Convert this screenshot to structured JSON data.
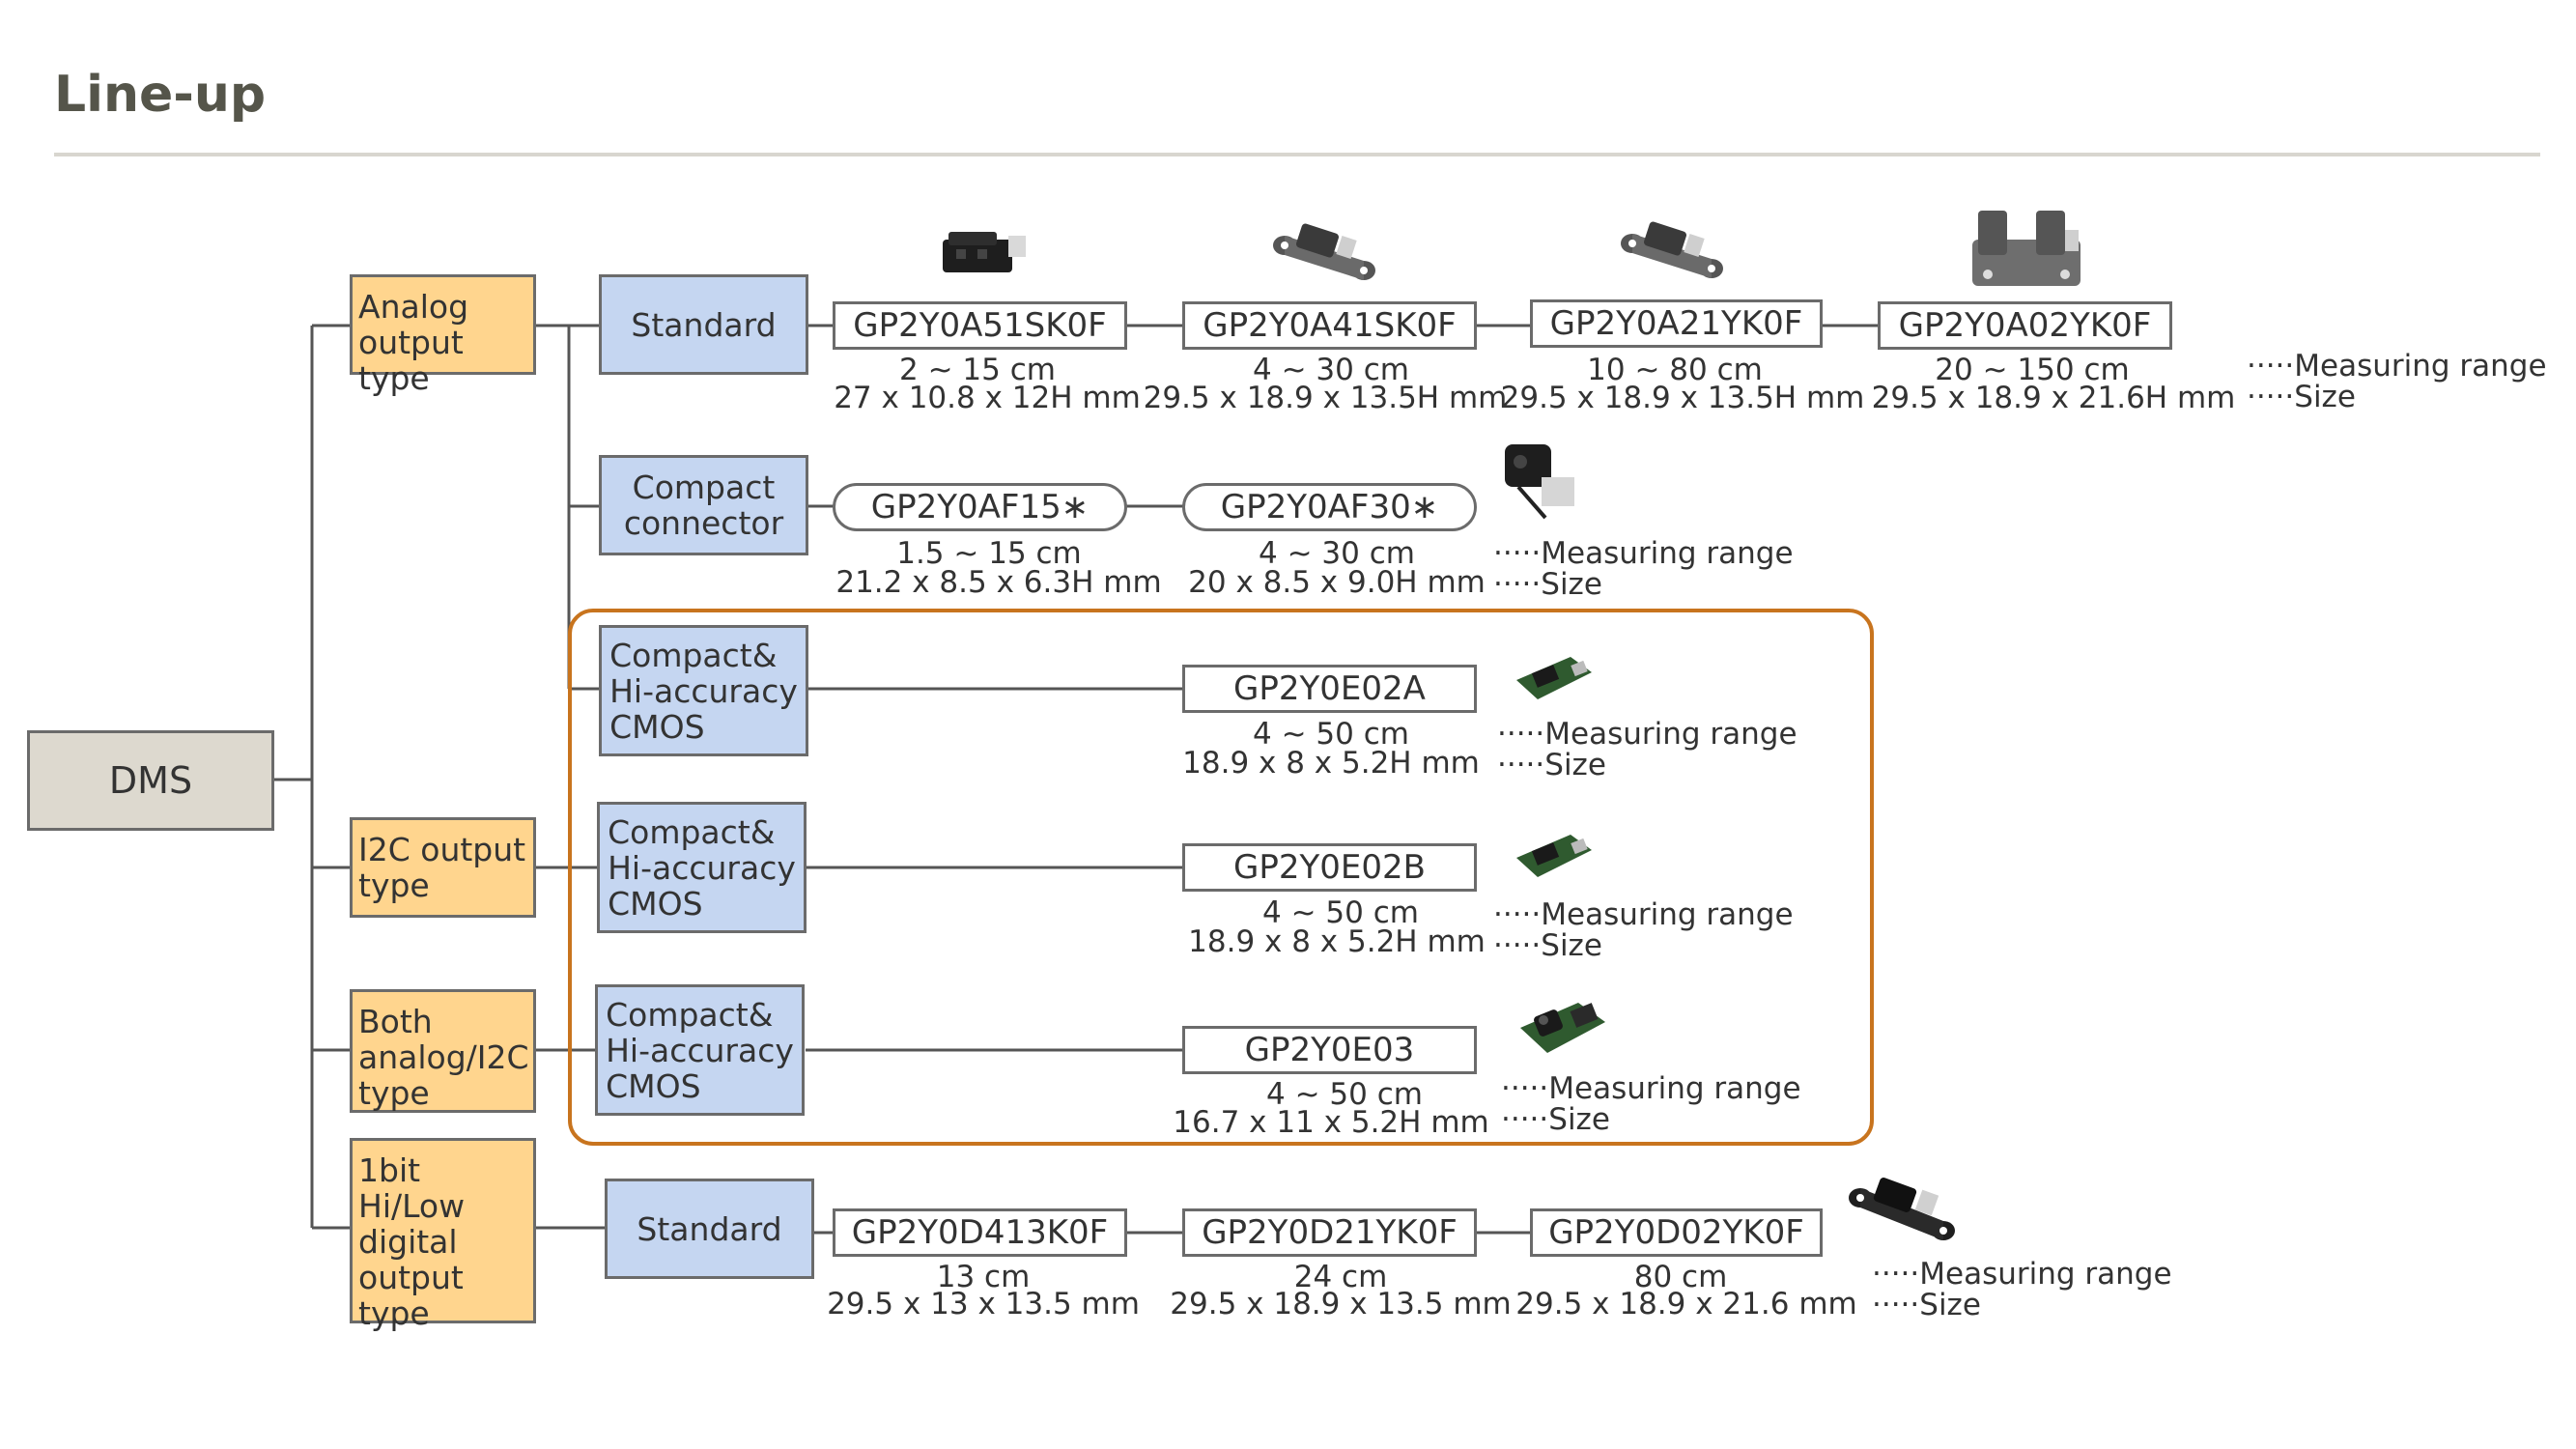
{
  "title": "Line-up",
  "root": "DMS",
  "categories": {
    "analog": "Analog\noutput type",
    "i2c": "I2C output\ntype",
    "both": "Both\nanalog/I2C\ntype",
    "digital": "1bit\nHi/Low\ndigital\noutput type"
  },
  "subcategories": {
    "standard_analog": "Standard",
    "compact_connector": "Compact\nconnector",
    "cmos_1": "Compact&\nHi-accuracy\nCMOS",
    "cmos_2": "Compact&\nHi-accuracy\nCMOS",
    "cmos_3": "Compact&\nHi-accuracy\nCMOS",
    "standard_digital": "Standard"
  },
  "legend": {
    "range": "·····Measuring range",
    "size": "·····Size"
  },
  "products": {
    "p1": {
      "name": "GP2Y0A51SK0F",
      "range": "2 ~ 15 cm",
      "size": "27 x 10.8 x 12H mm"
    },
    "p2": {
      "name": "GP2Y0A41SK0F",
      "range": "4 ~ 30 cm",
      "size": "29.5 x 18.9 x 13.5H mm"
    },
    "p3": {
      "name": "GP2Y0A21YK0F",
      "range": "10 ~ 80 cm",
      "size": "29.5 x 18.9 x 13.5H mm"
    },
    "p4": {
      "name": "GP2Y0A02YK0F",
      "range": "20 ~ 150 cm",
      "size": "29.5 x 18.9 x 21.6H mm"
    },
    "p5": {
      "name": "GP2Y0AF15∗",
      "range": "1.5 ~ 15 cm",
      "size": "21.2 x 8.5 x 6.3H mm"
    },
    "p6": {
      "name": "GP2Y0AF30∗",
      "range": "4 ~ 30 cm",
      "size": "20 x 8.5 x 9.0H mm"
    },
    "p7": {
      "name": "GP2Y0E02A",
      "range": "4 ~ 50 cm",
      "size": "18.9 x 8 x 5.2H mm"
    },
    "p8": {
      "name": "GP2Y0E02B",
      "range": "4 ~ 50 cm",
      "size": "18.9 x 8 x 5.2H mm"
    },
    "p9": {
      "name": "GP2Y0E03",
      "range": "4 ~ 50 cm",
      "size": "16.7 x 11 x 5.2H mm"
    },
    "p10": {
      "name": "GP2Y0D413K0F",
      "range": "13 cm",
      "size": "29.5 x 13 x 13.5 mm"
    },
    "p11": {
      "name": "GP2Y0D21YK0F",
      "range": "24 cm",
      "size": "29.5 x 18.9 x 13.5 mm"
    },
    "p12": {
      "name": "GP2Y0D02YK0F",
      "range": "80 cm",
      "size": "29.5 x 18.9 x 21.6 mm"
    }
  },
  "colors": {
    "category_fill": "#ffd58e",
    "subcategory_fill": "#c5d6f1",
    "root_fill": "#ddd9cf",
    "highlight_border": "#c8741e"
  }
}
